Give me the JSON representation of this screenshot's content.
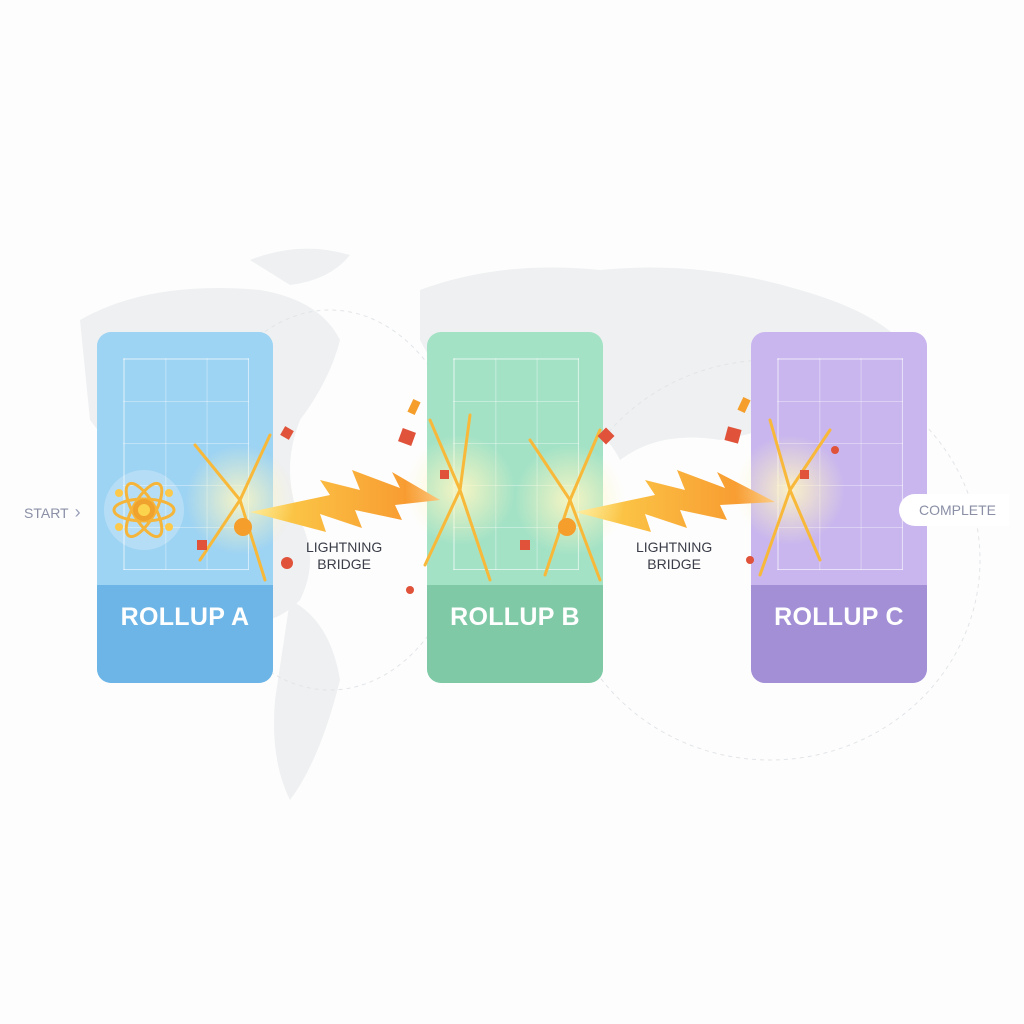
{
  "flow": {
    "start_label": "START",
    "start_icon": "chevron-right-icon",
    "complete_label": "COMPLETE"
  },
  "rollups": [
    {
      "label": "ROLLUP A",
      "color": "#9dd3f3",
      "footer_color": "#6cb5e6",
      "icon": "atom-icon"
    },
    {
      "label": "ROLLUP B",
      "color": "#a4e2c6",
      "footer_color": "#80c9a6"
    },
    {
      "label": "ROLLUP C",
      "color": "#c9b6ee",
      "footer_color": "#a28fd6"
    }
  ],
  "bridges": [
    {
      "line1": "LIGHTNING",
      "line2": "BRIDGE",
      "icon": "lightning-bolt-icon"
    },
    {
      "line1": "LIGHTNING",
      "line2": "BRIDGE",
      "icon": "lightning-bolt-icon"
    }
  ],
  "colors": {
    "bolt_yellow": "#fbc93d",
    "bolt_orange": "#f7902b",
    "spark_red": "#e0533a",
    "text_muted": "#8a8fa6",
    "text_dark": "#3a3d48"
  }
}
